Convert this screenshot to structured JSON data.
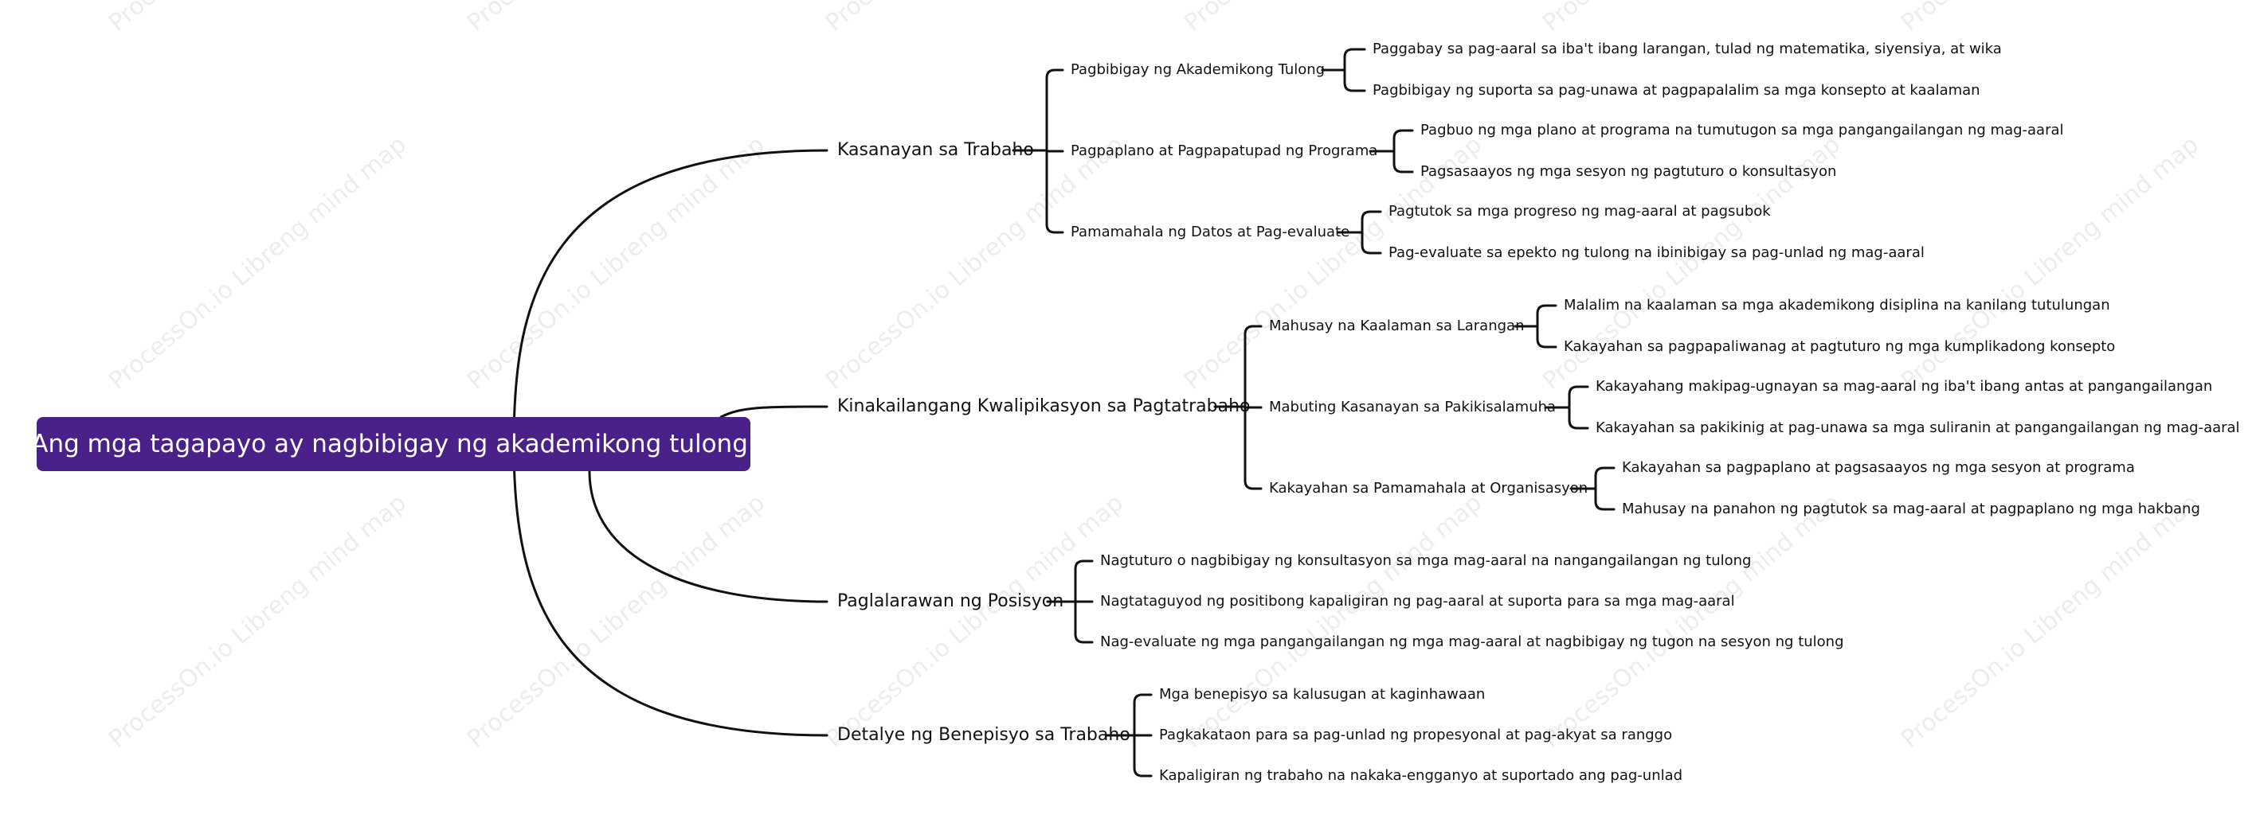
{
  "watermark": "ProcessOn.io Libreng mind map",
  "root": "Ang mga tagapayo ay nagbibigay ng akademikong tulong.",
  "branches": [
    {
      "label": "Kasanayan sa Trabaho",
      "children": [
        {
          "label": "Pagbibigay ng Akademikong Tulong",
          "children": [
            "Paggabay sa pag-aaral sa iba't ibang larangan, tulad ng matematika, siyensiya, at wika",
            "Pagbibigay ng suporta sa pag-unawa at pagpapalalim sa mga konsepto at kaalaman"
          ]
        },
        {
          "label": "Pagpaplano at Pagpapatupad ng Programa",
          "children": [
            "Pagbuo ng mga plano at programa na tumutugon sa mga pangangailangan ng mag-aaral",
            "Pagsasaayos ng mga sesyon ng pagtuturo o konsultasyon"
          ]
        },
        {
          "label": "Pamamahala ng Datos at Pag-evaluate",
          "children": [
            "Pagtutok sa mga progreso ng mag-aaral at pagsubok",
            "Pag-evaluate sa epekto ng tulong na ibinibigay sa pag-unlad ng mag-aaral"
          ]
        }
      ]
    },
    {
      "label": "Kinakailangang Kwalipikasyon sa Pagtatrabaho",
      "children": [
        {
          "label": "Mahusay na Kaalaman sa Larangan",
          "children": [
            "Malalim na kaalaman sa mga akademikong disiplina na kanilang tutulungan",
            "Kakayahan sa pagpapaliwanag at pagtuturo ng mga kumplikadong konsepto"
          ]
        },
        {
          "label": "Mabuting Kasanayan sa Pakikisalamuha",
          "children": [
            "Kakayahang makipag-ugnayan sa mag-aaral ng iba't ibang antas at pangangailangan",
            "Kakayahan sa pakikinig at pag-unawa sa mga suliranin at pangangailangan ng mag-aaral"
          ]
        },
        {
          "label": "Kakayahan sa Pamamahala at Organisasyon",
          "children": [
            "Kakayahan sa pagpaplano at pagsasaayos ng mga sesyon at programa",
            "Mahusay na panahon ng pagtutok sa mag-aaral at pagpaplano ng mga hakbang"
          ]
        }
      ]
    },
    {
      "label": "Paglalarawan ng Posisyon",
      "children": [
        {
          "label": "Nagtuturo o nagbibigay ng konsultasyon sa mga mag-aaral na nangangailangan ng tulong",
          "children": []
        },
        {
          "label": "Nagtataguyod ng positibong kapaligiran ng pag-aaral at suporta para sa mga mag-aaral",
          "children": []
        },
        {
          "label": "Nag-evaluate ng mga pangangailangan ng mga mag-aaral at nagbibigay ng tugon na sesyon ng tulong",
          "children": []
        }
      ]
    },
    {
      "label": "Detalye ng Benepisyo sa Trabaho",
      "children": [
        {
          "label": "Mga benepisyo sa kalusugan at kaginhawaan",
          "children": []
        },
        {
          "label": "Pagkakataon para sa pag-unlad ng propesyonal at pag-akyat sa ranggo",
          "children": []
        },
        {
          "label": "Kapaligiran ng trabaho na nakaka-engganyo at suportado ang pag-unlad",
          "children": []
        }
      ]
    }
  ]
}
